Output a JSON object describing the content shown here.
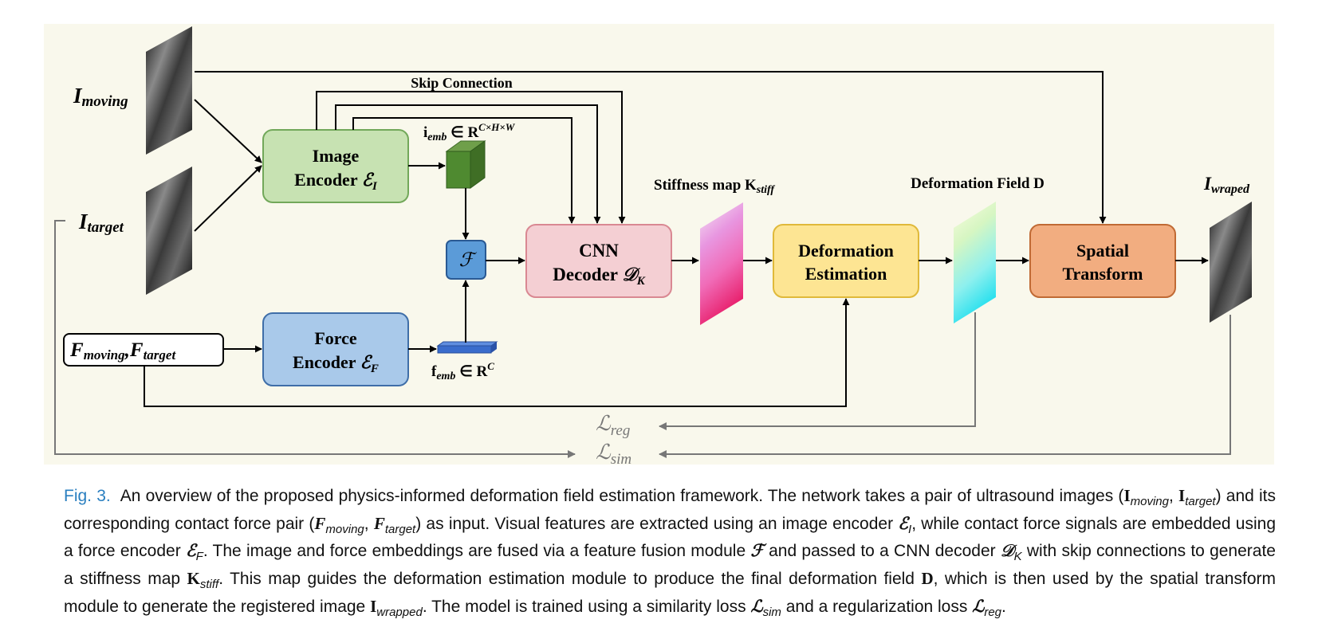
{
  "diagram": {
    "inputs": {
      "moving": {
        "main": "I",
        "sub": "moving"
      },
      "target": {
        "main": "I",
        "sub": "target"
      },
      "force": {
        "a_main": "F",
        "a_sub": "moving",
        "sep": ",",
        "b_main": "F",
        "b_sub": "target"
      }
    },
    "skip_label": "Skip Connection",
    "image_encoder": {
      "line1": "Image",
      "line2": "Encoder ",
      "sym": "ℰ",
      "sub": "I"
    },
    "force_encoder": {
      "line1": "Force",
      "line2": "Encoder ",
      "sym": "ℰ",
      "sub": "F"
    },
    "i_emb": {
      "main": "i",
      "sub": "emb",
      "rel": " ∈ R",
      "sup": "C×H×W"
    },
    "f_emb": {
      "main": "f",
      "sub": "emb",
      "rel": " ∈ R",
      "sup": "C"
    },
    "fusion_symbol": "ℱ",
    "cnn_decoder": {
      "line1": "CNN",
      "line2": "Decoder ",
      "sym": "𝒟",
      "sub": "K"
    },
    "stiffness_label": {
      "text": "Stiffness map K",
      "sub": "stiff"
    },
    "deformation_estimation": {
      "line1": "Deformation",
      "line2": "Estimation"
    },
    "deformation_field_label": "Deformation Field D",
    "spatial_transform": {
      "line1": "Spatial",
      "line2": "Transform"
    },
    "output": {
      "main": "I",
      "sub": "wraped"
    },
    "loss_reg": {
      "main": "ℒ",
      "sub": "reg"
    },
    "loss_sim": {
      "main": "ℒ",
      "sub": "sim"
    }
  },
  "caption": {
    "label": "Fig. 3.",
    "t1": "An overview of the proposed physics-informed deformation field estimation framework. The network takes a pair of ultrasound images (",
    "i_main": "I",
    "i_moving": "moving",
    "comma": ", ",
    "i_target": "target",
    "t2": ") and its corresponding contact force pair (",
    "f_main": "F",
    "f_moving": "moving",
    "f_target": "target",
    "t3": ") as input. Visual features are extracted using an image encoder ",
    "ei": "ℰ",
    "ei_sub": "I",
    "t4": ", while contact force signals are embedded using a force encoder ",
    "ef": "ℰ",
    "ef_sub": "F",
    "t5": ". The image and force embeddings are fused via a feature fusion module ",
    "fus": "ℱ",
    "t6": " and passed to a CNN decoder ",
    "dk": "𝒟",
    "dk_sub": "K",
    "t7": " with skip connections to generate a stiffness map ",
    "k": "K",
    "k_sub": "stiff",
    "t8": ". This map guides the deformation estimation module to produce the final deformation field ",
    "d": "D",
    "t9": ", which is then used by the spatial transform module to generate the registered image ",
    "iw": "I",
    "iw_sub": "wrapped",
    "t10": ". The model is trained using a similarity loss ",
    "ls": "ℒ",
    "ls_sub": "sim",
    "t11": " and a regularization loss ",
    "lr": "ℒ",
    "lr_sub": "reg",
    "t12": "."
  }
}
